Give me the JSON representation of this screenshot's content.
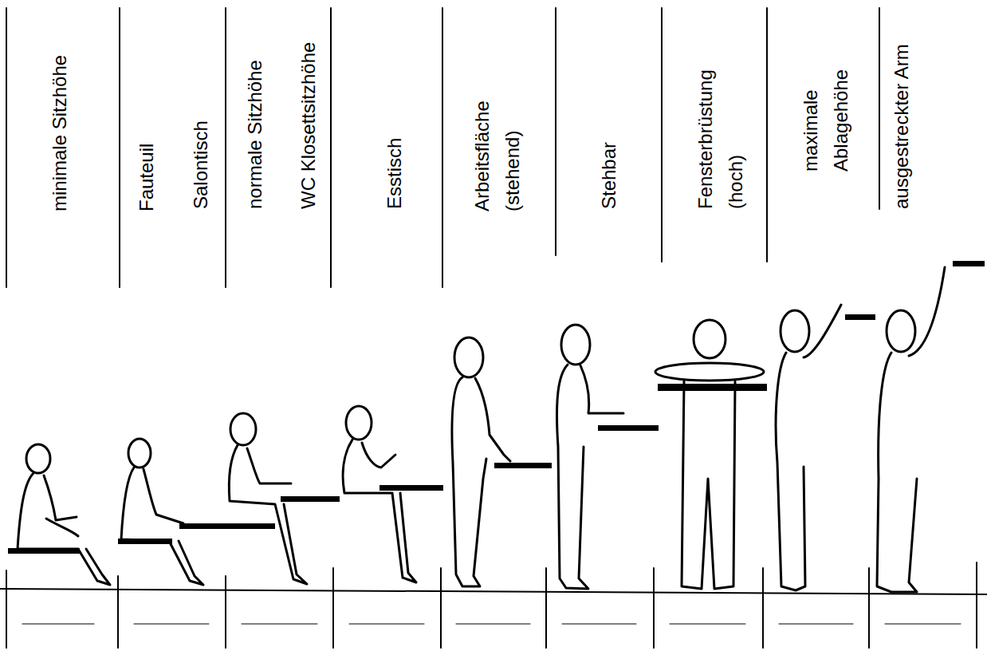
{
  "diagram": {
    "labels": [
      "minimale Sitzhöhe",
      "Fauteuil",
      "Salontisch",
      "normale Sitzhöhe",
      "WC Klosettsitzhöhe",
      "Esstisch",
      "Arbeitsfläche (stehend)",
      "Stehbar",
      "Fensterbrüstung (hoch)",
      "maximale Ablagehöhe",
      "ausgestreckter Arm"
    ]
  }
}
